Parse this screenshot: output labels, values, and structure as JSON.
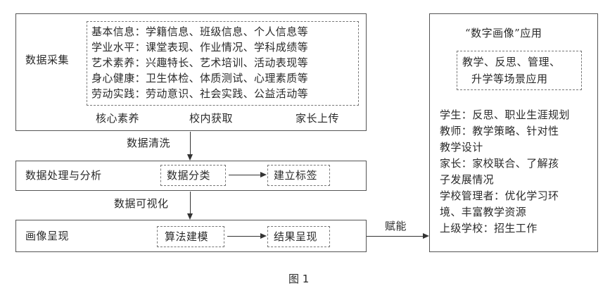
{
  "collection": {
    "title": "数据采集",
    "rows": [
      "基本信息：学籍信息、班级信息、个人信息等",
      "学业水平：课堂表现、作业情况、学科成绩等",
      "艺术素养：兴趣特长、艺术培训、活动表现等",
      "身心健康：卫生体检、体质测试、心理素质等",
      "劳动实践：劳动意识、社会实践、公益活动等"
    ],
    "sources": [
      "核心素养",
      "校内获取",
      "家长上传"
    ]
  },
  "step1_label": "数据清洗",
  "processing": {
    "title": "数据处理与分析",
    "step_a": "数据分类",
    "step_b": "建立标签"
  },
  "step2_label": "数据可视化",
  "portrait": {
    "title": "画像呈现",
    "step_a": "算法建模",
    "step_b": "结果呈现"
  },
  "empower_label": "赋能",
  "application": {
    "title": "“数字画像”应用",
    "scenario_line1": "教学、反思、管理、",
    "scenario_line2": "升学等场景应用",
    "items": [
      "学生：反思、职业生涯规划",
      "教师：教学策略、针对性",
      "教学设计",
      "家长：家校联合、了解孩",
      "子发展情况",
      "学校管理者：优化学习环",
      "境、丰富教学资源",
      "上级学校：招生工作"
    ]
  },
  "caption": "图 1"
}
